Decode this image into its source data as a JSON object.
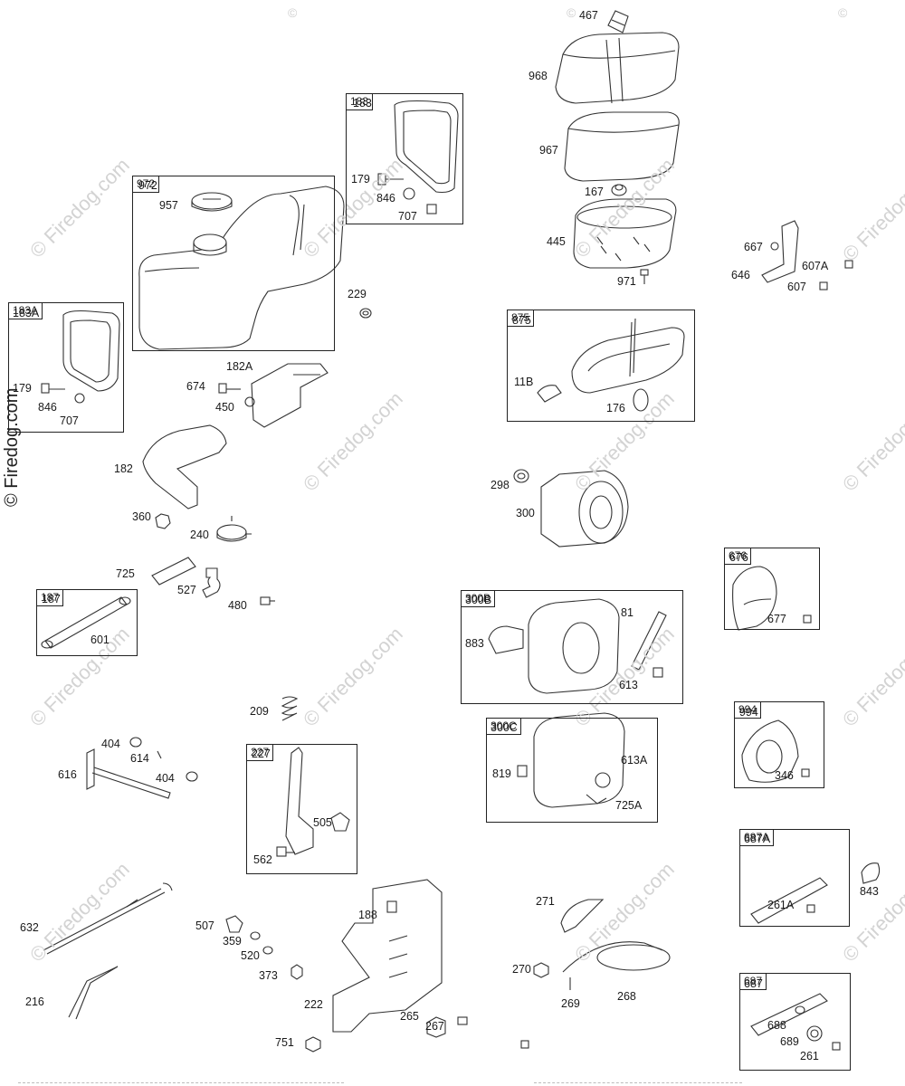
{
  "copyright": "© Firedog.com",
  "watermark": "© Firedog.com",
  "watermark_icon": "©",
  "boxes": [
    {
      "tag": "972"
    },
    {
      "tag": "183"
    },
    {
      "tag": "183A"
    },
    {
      "tag": "875"
    },
    {
      "tag": "187"
    },
    {
      "tag": "676"
    },
    {
      "tag": "300B"
    },
    {
      "tag": "994"
    },
    {
      "tag": "300C"
    },
    {
      "tag": "227"
    },
    {
      "tag": "687A"
    },
    {
      "tag": "687"
    }
  ],
  "labels": [
    "467",
    "968",
    "967",
    "167",
    "445",
    "971",
    "183",
    "179",
    "846",
    "707",
    "972",
    "957",
    "229",
    "183A",
    "179",
    "846",
    "707",
    "182A",
    "674",
    "450",
    "182",
    "360",
    "240",
    "725",
    "527",
    "480",
    "187",
    "601",
    "667",
    "646",
    "607A",
    "607",
    "875",
    "11B",
    "176",
    "298",
    "300",
    "676",
    "677",
    "300B",
    "883",
    "81",
    "613",
    "994",
    "346",
    "209",
    "404",
    "614",
    "616",
    "404",
    "300C",
    "819",
    "613A",
    "725A",
    "227",
    "505",
    "562",
    "687A",
    "261A",
    "843",
    "632",
    "507",
    "359",
    "520",
    "373",
    "188",
    "222",
    "265",
    "267",
    "751",
    "216",
    "271",
    "270",
    "269",
    "268",
    "687",
    "688",
    "689",
    "261"
  ]
}
